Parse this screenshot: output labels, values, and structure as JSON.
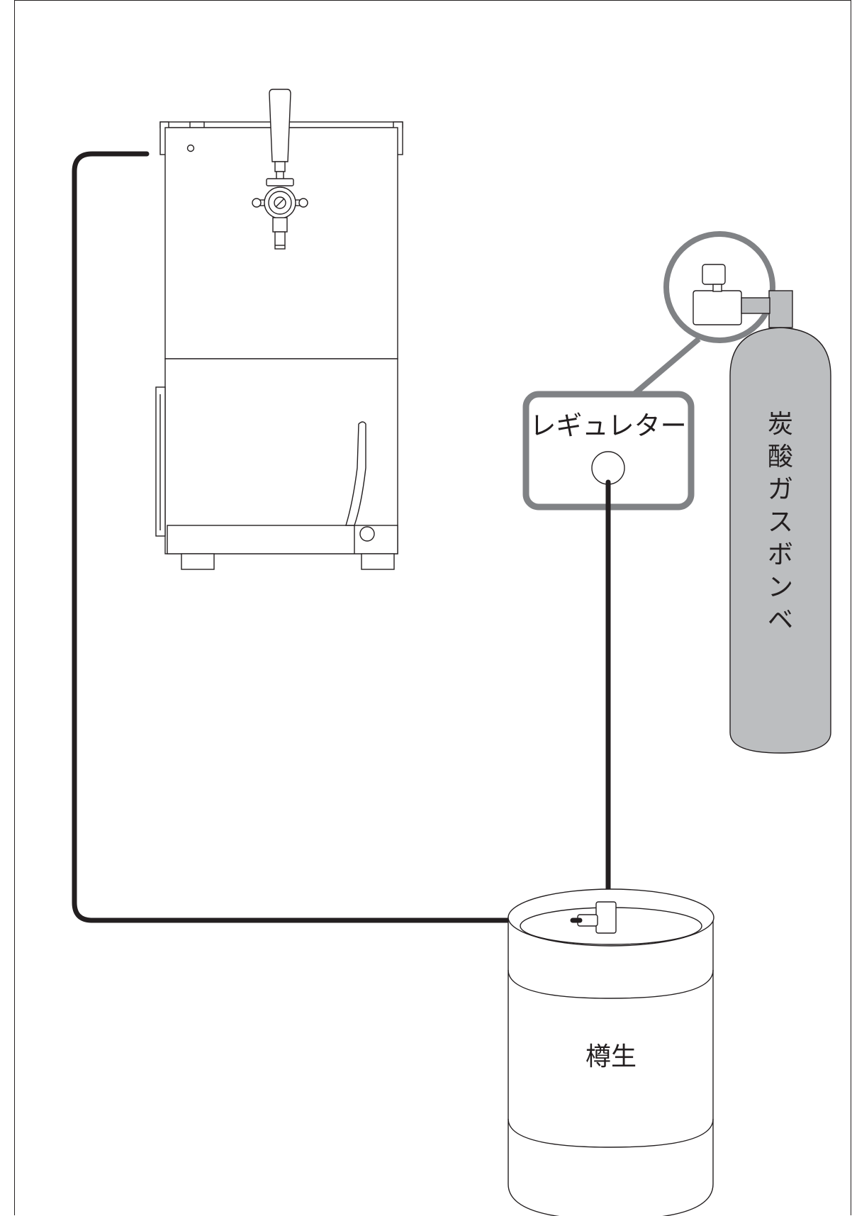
{
  "labels": {
    "regulator": "レギュレター",
    "gas_cylinder": "炭酸ガスボンベ",
    "keg": "樽生"
  },
  "colors": {
    "line": "#231f20",
    "hose": "#231f20",
    "callout_gray": "#808285",
    "cylinder_fill": "#bcbec0",
    "background": "#ffffff"
  },
  "icons": {
    "dispenser": "beer-server-icon",
    "faucet": "beer-tap-icon",
    "regulator_gauge": "pressure-gauge-icon",
    "cylinder": "gas-cylinder-icon",
    "keg": "beer-keg-icon"
  }
}
